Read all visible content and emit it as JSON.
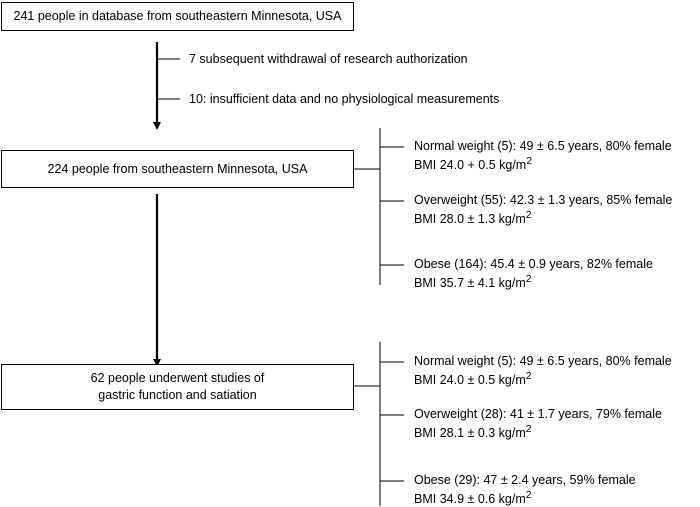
{
  "boxes": {
    "top": "241 people in database from southeastern Minnesota, USA",
    "middle": "224 people from southeastern Minnesota, USA",
    "bottom_line1": "62 people underwent studies of",
    "bottom_line2": "gastric function and satiation"
  },
  "exclusions": {
    "first": "7 subsequent withdrawal of research authorization",
    "second": "10: insufficient data and no physiological measurements"
  },
  "group_a": [
    {
      "line1": "Normal weight (5): 49 ± 6.5 years, 80% female",
      "line2": "BMI 24.0 + 0.5 kg/m",
      "sup": "2"
    },
    {
      "line1": "Overweight (55): 42.3 ± 1.3 years, 85% female",
      "line2": "BMI 28.0 ± 1.3 kg/m",
      "sup": "2"
    },
    {
      "line1": "Obese (164): 45.4 ± 0.9 years, 82% female",
      "line2": "BMI 35.7 ± 4.1 kg/m",
      "sup": "2"
    }
  ],
  "group_b": [
    {
      "line1": "Normal weight (5): 49 ± 6.5 years, 80% female",
      "line2": "BMI 24.0 ± 0.5 kg/m",
      "sup": "2"
    },
    {
      "line1": "Overweight (28): 41 ± 1.7 years, 79% female",
      "line2": "BMI 28.1 ± 0.3 kg/m",
      "sup": "2"
    },
    {
      "line1": "Obese (29): 47 ± 2.4 years, 59% female",
      "line2": "BMI 34.9 ± 0.6 kg/m",
      "sup": "2"
    }
  ]
}
